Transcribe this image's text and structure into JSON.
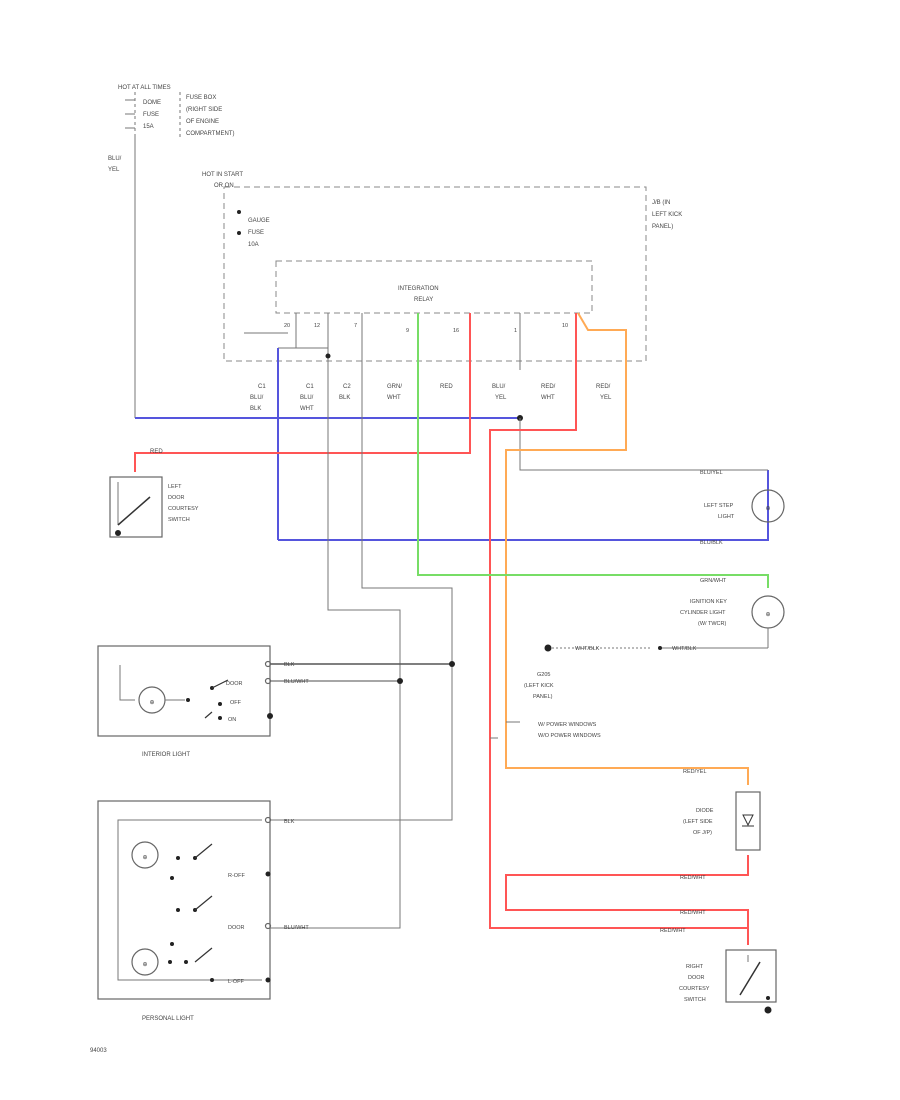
{
  "top_source": {
    "line1": "HOT AT ALL TIMES",
    "line2": "DOME",
    "line3": "FUSE",
    "line4": "15A",
    "loc1": "FUSE BOX",
    "loc2": "(RIGHT SIDE",
    "loc3": "OF ENGINE",
    "loc4": "COMPARTMENT)",
    "wire": "BLU/",
    "wire2": "YEL"
  },
  "relay_box": {
    "title1": "HOT IN START",
    "title2": "OR ON",
    "fuse1": "GAUGE",
    "fuse2": "FUSE",
    "fuse3": "10A",
    "loc1": "J/B (IN",
    "loc2": "LEFT KICK",
    "loc3": "PANEL)",
    "relay1": "INTEGRATION",
    "relay2": "RELAY",
    "pins": [
      "20",
      "12",
      "7",
      "9",
      "16",
      "1",
      "10"
    ]
  },
  "wire_labels": [
    {
      "l1": "C1",
      "l2": "BLU/",
      "l3": "BLK"
    },
    {
      "l1": "C1",
      "l2": "BLU/",
      "l3": "WHT"
    },
    {
      "l1": "C2",
      "l2": "BLK",
      "l3": ""
    },
    {
      "l1": "GRN/",
      "l2": "WHT",
      "l3": ""
    },
    {
      "l1": "RED",
      "l2": "",
      "l3": ""
    },
    {
      "l1": "BLU/",
      "l2": "YEL",
      "l3": ""
    },
    {
      "l1": "RED/",
      "l2": "WHT",
      "l3": ""
    },
    {
      "l1": "RED/",
      "l2": "YEL",
      "l3": ""
    }
  ],
  "red_wire_label": "RED",
  "left_switch": {
    "l1": "LEFT",
    "l2": "DOOR",
    "l3": "COURTESY",
    "l4": "SWITCH"
  },
  "left_step": {
    "l1": "LEFT STEP",
    "l2": "LIGHT",
    "w1": "BLU/YEL",
    "w2": "BLU/BLK"
  },
  "ignition_light": {
    "l1": "IGNITION KEY",
    "l2": "CYLINDER LIGHT",
    "l3": "(W/ TWCR)",
    "w1": "GRN/WHT",
    "gnd1": "WHT/BLK",
    "gnd2": "WHT/BLK"
  },
  "g_loc": {
    "l1": "G205",
    "l2": "(LEFT KICK",
    "l3": "PANEL)"
  },
  "notes": {
    "n1": "W/ POWER WINDOWS",
    "n2": "W/O POWER WINDOWS"
  },
  "interior_light": {
    "name": "INTERIOR LIGHT",
    "w1": "BLK",
    "w2": "BLU/WHT",
    "p1": "DOOR",
    "p2": "OFF",
    "p3": "ON"
  },
  "personal_light": {
    "name": "PERSONAL LIGHT",
    "w1": "BLK",
    "w2": "BLU/WHT",
    "p1": "R-OFF",
    "p2": "DOOR",
    "p3": "L-OFF"
  },
  "diode": {
    "l1": "DIODE",
    "l2": "(LEFT SIDE",
    "l3": "OF J/P)",
    "w1": "RED/YEL",
    "w2": "RED/WHT"
  },
  "right_switch": {
    "l1": "RIGHT",
    "l2": "DOOR",
    "l3": "COURTESY",
    "l4": "SWITCH",
    "w1": "RED/WHT",
    "w2": "RED/WHT"
  },
  "footer": "94003",
  "colors": {
    "blue": "#5555dd",
    "red": "#ff5555",
    "green": "#77dd66",
    "orange": "#ffaa55",
    "gray": "#888888",
    "dark": "#555555"
  }
}
